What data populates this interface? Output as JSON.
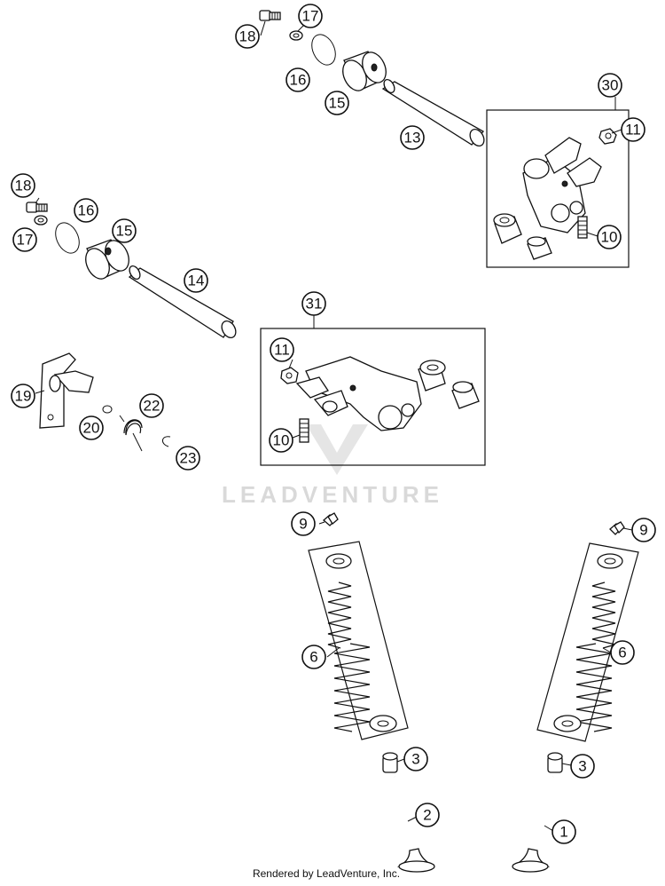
{
  "diagram": {
    "callouts": {
      "c18a": "18",
      "c17a": "17",
      "c16a": "16",
      "c15a": "15",
      "c13": "13",
      "c30": "30",
      "c11a": "11",
      "c10a": "10",
      "c18b": "18",
      "c17b": "17",
      "c16b": "16",
      "c15b": "15",
      "c14": "14",
      "c31": "31",
      "c11b": "11",
      "c10b": "10",
      "c19": "19",
      "c20": "20",
      "c22": "22",
      "c23": "23",
      "c9a": "9",
      "c9b": "9",
      "c6a": "6",
      "c6b": "6",
      "c3a": "3",
      "c3b": "3",
      "c2": "2",
      "c1": "1"
    },
    "watermark": "LEADVENTURE",
    "footer": "Rendered by LeadVenture, Inc."
  }
}
